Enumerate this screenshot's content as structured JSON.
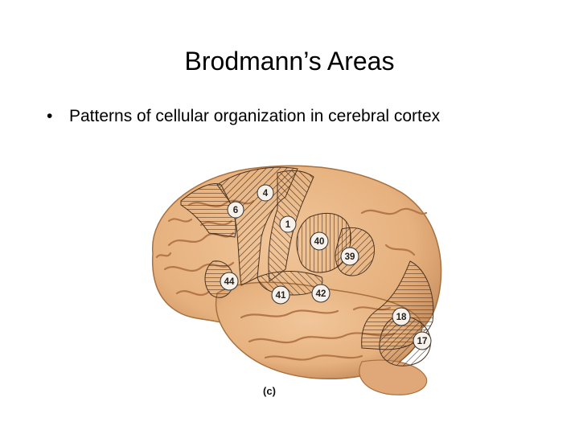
{
  "slide": {
    "title": "Brodmann’s Areas",
    "bullet": "Patterns of cellular organization in cerebral cortex",
    "bullet_glyph": "•"
  },
  "figure": {
    "caption": "(c)",
    "areas": [
      {
        "number": "4"
      },
      {
        "number": "6"
      },
      {
        "number": "1"
      },
      {
        "number": "40"
      },
      {
        "number": "39"
      },
      {
        "number": "44"
      },
      {
        "number": "41"
      },
      {
        "number": "42"
      },
      {
        "number": "18"
      },
      {
        "number": "17"
      }
    ],
    "colors": {
      "cortex": "#e9b886",
      "cortex_shadow": "#c98f5e",
      "sulcus": "#b5774a",
      "hatch": "#4a3220",
      "label_bg": "#f7f1ea"
    }
  }
}
